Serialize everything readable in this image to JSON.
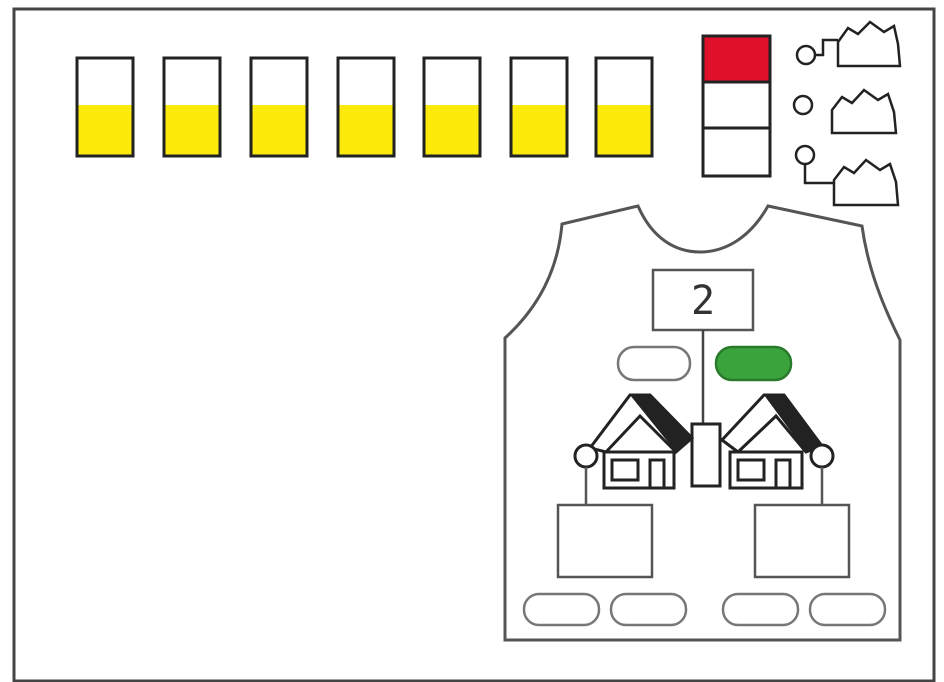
{
  "colors": {
    "background": "#ffffff",
    "line": "#222222",
    "yellow": "#fbea0a",
    "red": "#e0102a",
    "green": "#3aa33c",
    "panel_border": "#555555"
  },
  "level_bars": {
    "fill_levels": [
      0.52,
      0.52,
      0.52,
      0.52,
      0.52,
      0.52,
      0.52
    ]
  },
  "signal_stack": {
    "segments": [
      "red",
      "white",
      "white"
    ]
  },
  "vest": {
    "number": "2",
    "top_pills": [
      {
        "state": "off"
      },
      {
        "state": "on"
      }
    ],
    "bottom_pills": [
      {
        "state": "off"
      },
      {
        "state": "off"
      },
      {
        "state": "off"
      },
      {
        "state": "off"
      }
    ]
  },
  "icons": [
    "cloud-icon",
    "cloud-icon",
    "cloud-icon",
    "house-icon",
    "house-icon"
  ]
}
